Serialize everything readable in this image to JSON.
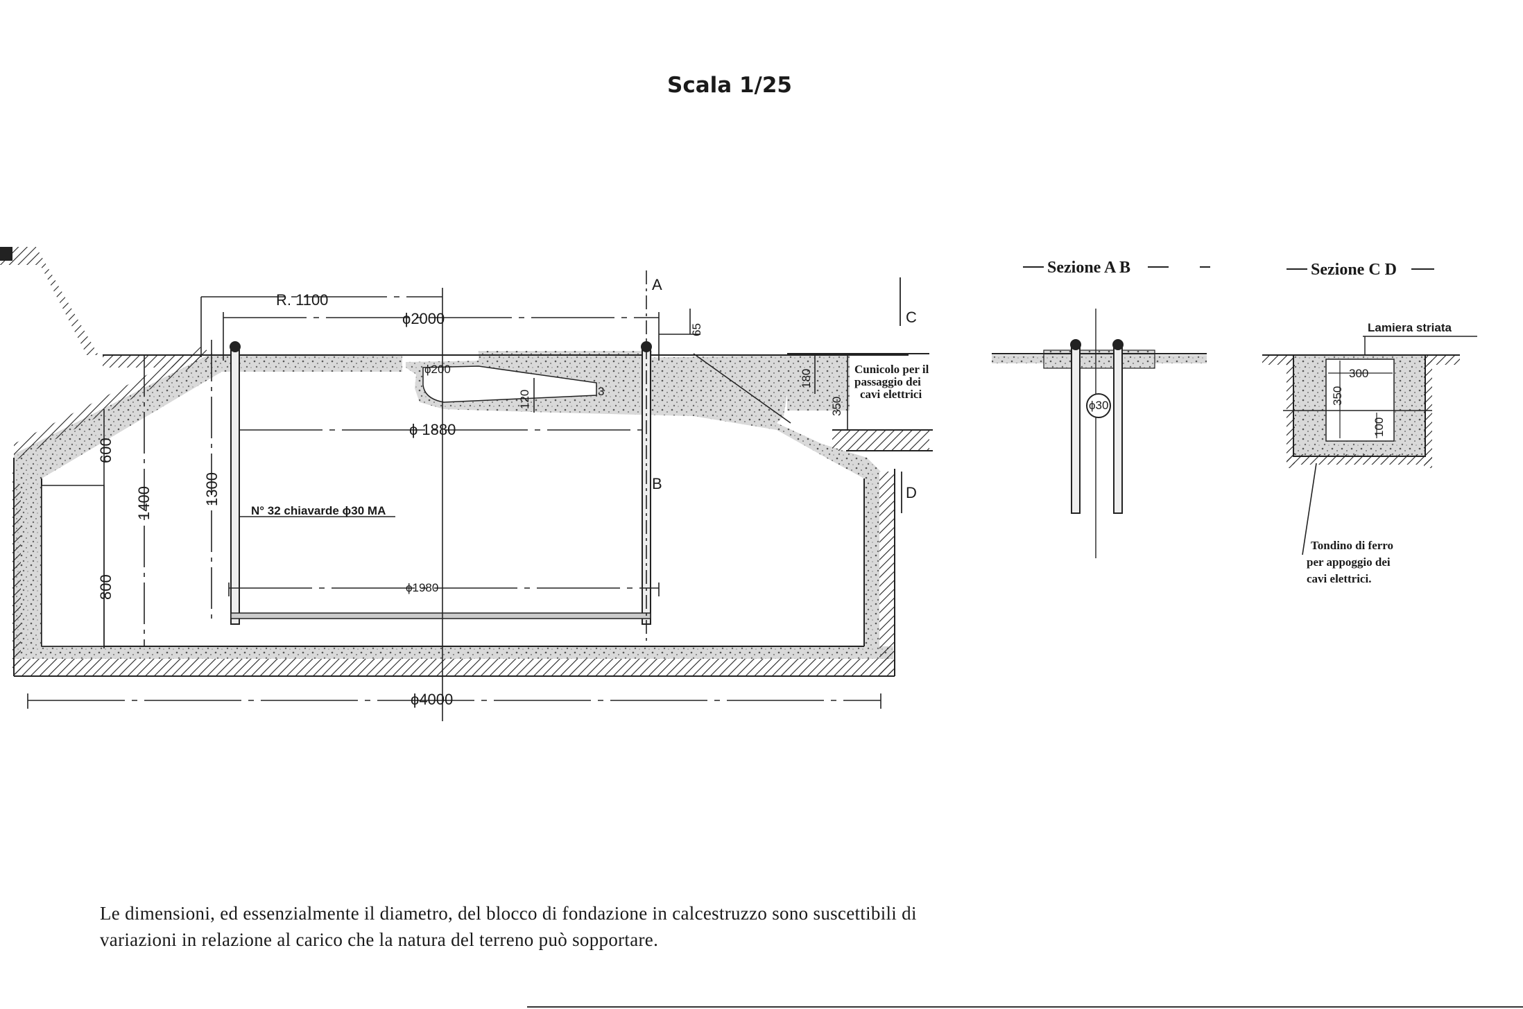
{
  "title": "Scala 1/25",
  "dimensions": {
    "r1100": "R. 1100",
    "d2000": "ϕ2000",
    "d65": "65",
    "d200": "ϕ200",
    "d120": "120",
    "d180": "180",
    "d350": "350",
    "d1880": "ϕ 1880",
    "d600": "600",
    "d1400": "1400",
    "d1300": "1300",
    "d800": "800",
    "d1980": "ϕ1980",
    "d4000": "ϕ4000",
    "d3": "3"
  },
  "section_marks": {
    "a": "A",
    "b": "B",
    "c": "C",
    "d": "D"
  },
  "labels": {
    "bolts": "N° 32 chiavarde ϕ30 MA",
    "cunicolo_line1": "Cunicolo per il",
    "cunicolo_line2": "passaggio dei",
    "cunicolo_line3": "cavi elettrici"
  },
  "section_ab": {
    "title": "Sezione A B",
    "bolt_dim": "ϕ30"
  },
  "section_cd": {
    "title": "Sezione C D",
    "lamiera": "Lamiera striata",
    "dim_300": "300",
    "dim_350": "350",
    "dim_100": "100",
    "tondino_line1": "Tondino di ferro",
    "tondino_line2": "per appoggio dei",
    "tondino_line3": "cavi elettrici."
  },
  "footnote": {
    "line1": "Le dimensioni, ed essenzialmente il diametro, del blocco di fondazione in calcestruzzo sono suscettibili di",
    "line2": "variazioni in relazione al carico che la natura del terreno può sopportare."
  }
}
